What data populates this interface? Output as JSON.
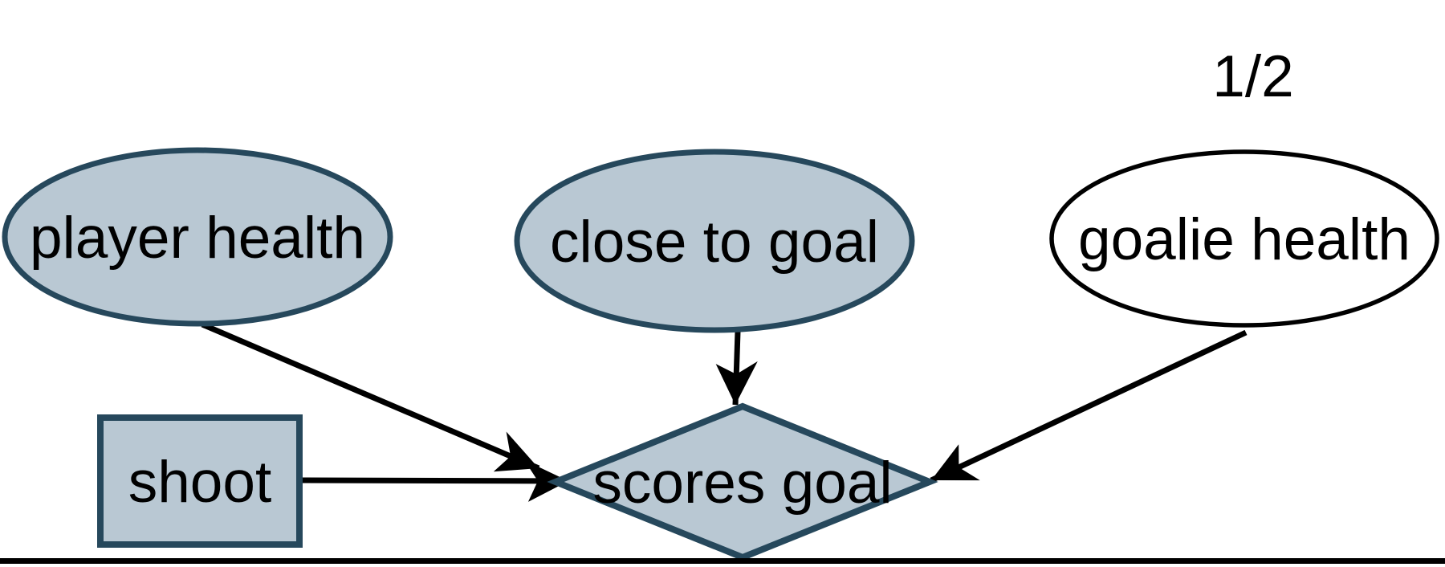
{
  "diagram": {
    "kind": "causal-graph",
    "nodes": {
      "player_health": {
        "label": "player health",
        "shape": "ellipse",
        "style": "filled"
      },
      "close_to_goal": {
        "label": "close to goal",
        "shape": "ellipse",
        "style": "filled"
      },
      "goalie_health": {
        "label": "goalie health",
        "shape": "ellipse",
        "style": "plain"
      },
      "shoot": {
        "label": "shoot",
        "shape": "box",
        "style": "filled"
      },
      "scores_goal": {
        "label": "scores goal",
        "shape": "diamond",
        "style": "filled"
      }
    },
    "annotation": {
      "text": "1/2",
      "attached_to": "goalie_health",
      "position": "above"
    },
    "edges": [
      {
        "from": "player health",
        "to": "scores goal"
      },
      {
        "from": "shoot",
        "to": "scores goal"
      },
      {
        "from": "close to goal",
        "to": "scores goal"
      },
      {
        "from": "goalie health",
        "to": "scores goal"
      }
    ],
    "colors": {
      "node_fill": "#b9c8d3",
      "node_stroke": "#26485c",
      "plain_node_fill": "#ffffff",
      "plain_node_stroke": "#000000",
      "edge_color": "#000000",
      "text_color": "#000000",
      "background": "#ffffff",
      "bottom_rule_color": "#000000"
    }
  }
}
